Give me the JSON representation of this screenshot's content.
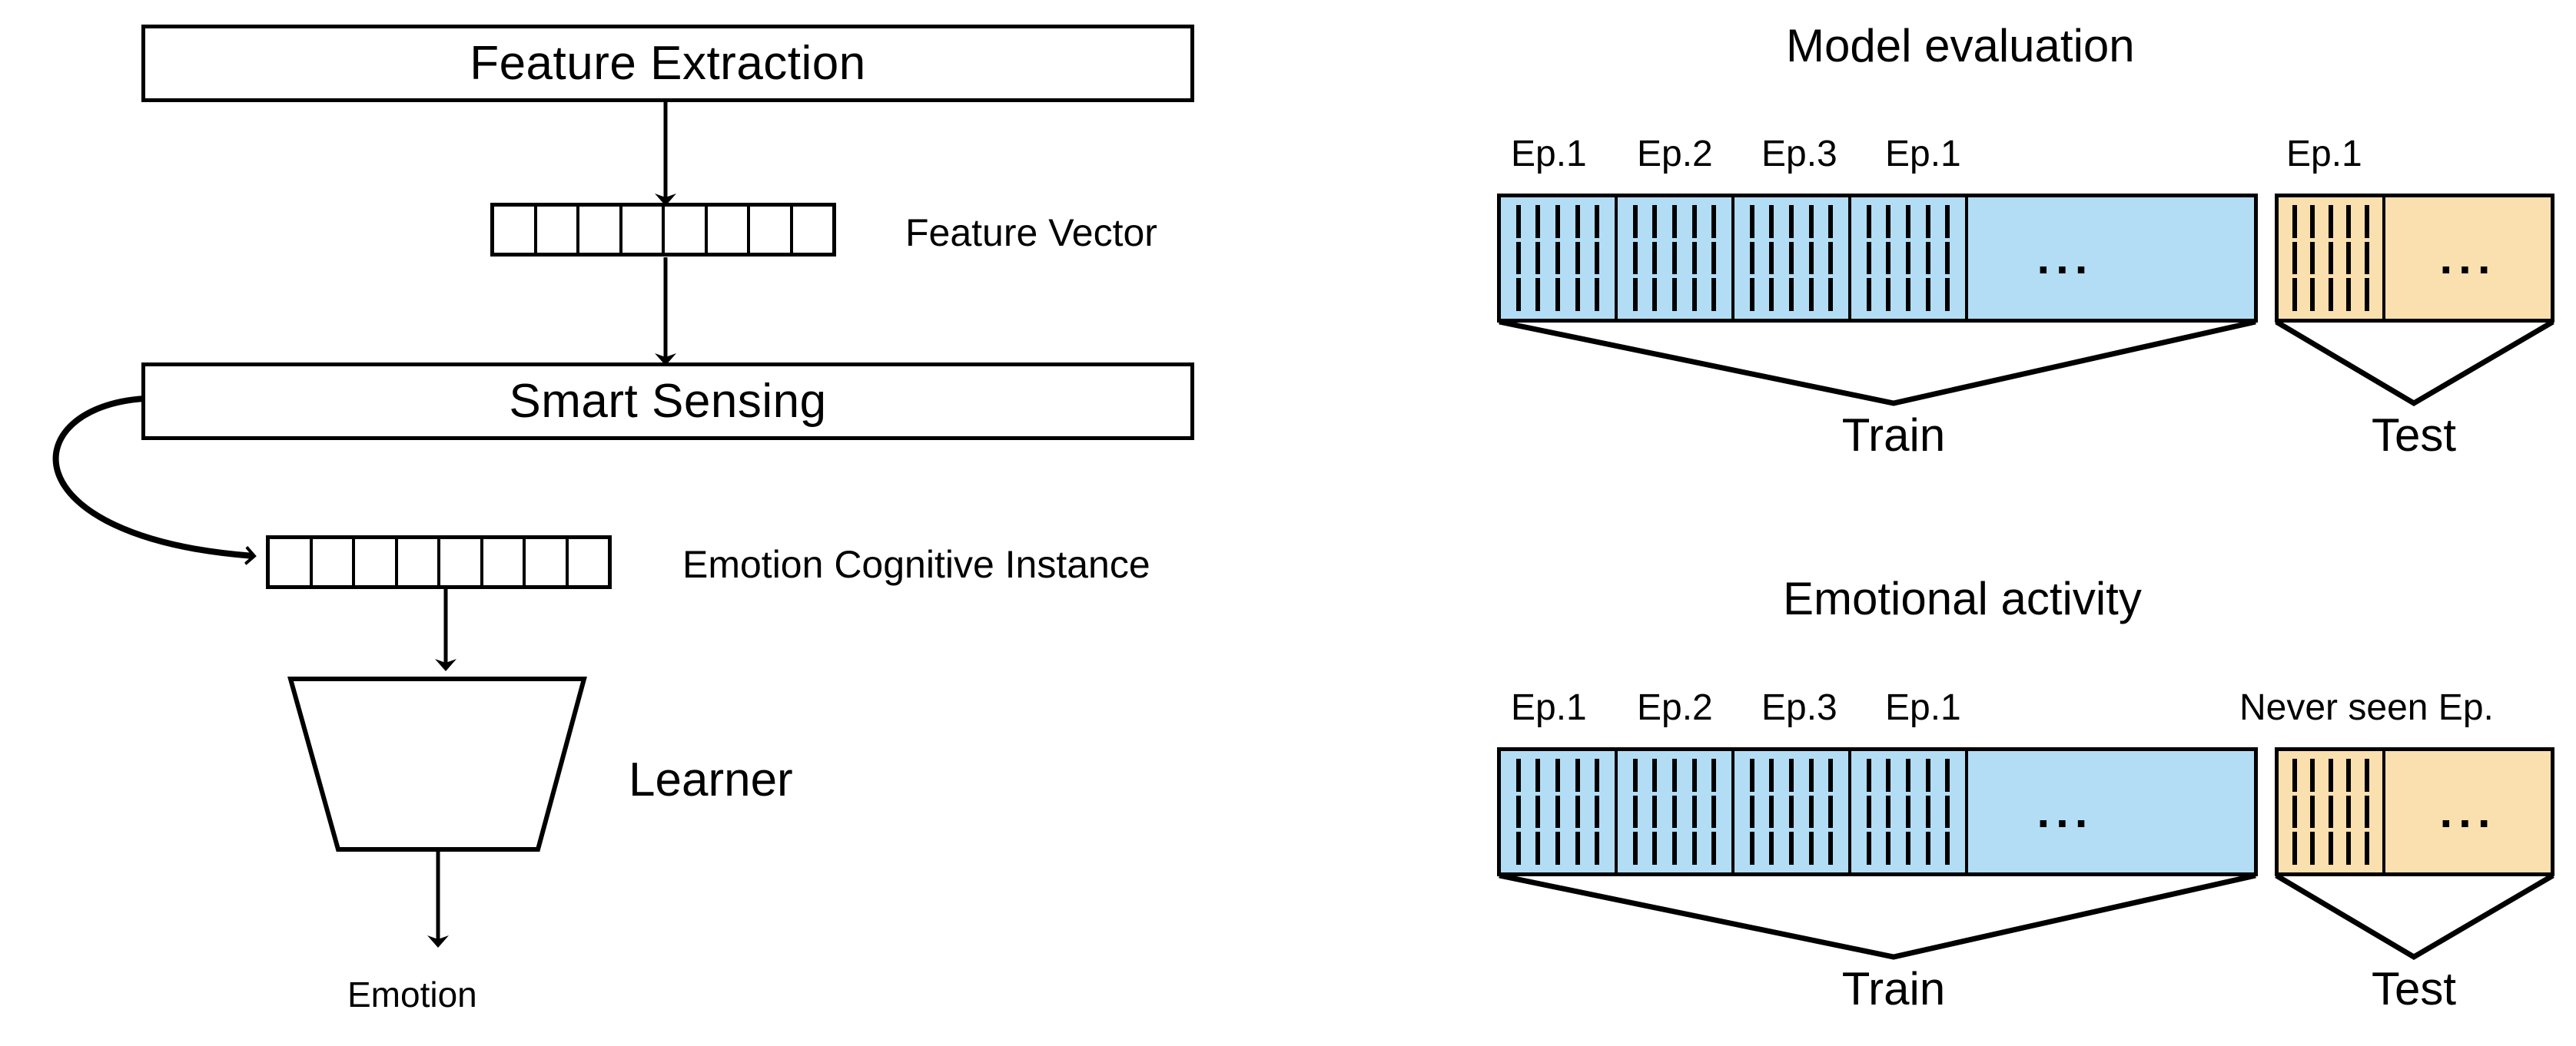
{
  "figure": {
    "left_pipeline": {
      "feature_extraction": {
        "label": "Feature Extraction"
      },
      "feature_vector": {
        "label": "Feature Vector",
        "cells": 8
      },
      "smart_sensing": {
        "label": "Smart Sensing"
      },
      "emotion_cognitive_instance": {
        "label": "Emotion Cognitive Instance",
        "cells": 8
      },
      "learner": {
        "label": "Learner"
      },
      "emotion": {
        "label": "Emotion"
      }
    },
    "right_panels": [
      {
        "title": "Model evaluation",
        "train": {
          "episode_labels": [
            "Ep.1",
            "Ep.2",
            "Ep.3",
            "Ep.1"
          ],
          "segments": 4,
          "tick_rows": 3,
          "ticks_per_row": 5,
          "ellipsis": "...",
          "brace_label": "Train",
          "color": "#b2ddf5"
        },
        "test": {
          "episode_labels": [
            "Ep.1"
          ],
          "segments": 1,
          "tick_rows": 3,
          "ticks_per_row": 5,
          "ellipsis": "...",
          "brace_label": "Test",
          "color": "#fadfaf"
        }
      },
      {
        "title": "Emotional activity",
        "train": {
          "episode_labels": [
            "Ep.1",
            "Ep.2",
            "Ep.3",
            "Ep.1"
          ],
          "segments": 4,
          "tick_rows": 3,
          "ticks_per_row": 5,
          "ellipsis": "...",
          "brace_label": "Train",
          "color": "#b2ddf5"
        },
        "test": {
          "episode_labels": [
            "Never seen Ep."
          ],
          "segments": 1,
          "tick_rows": 3,
          "ticks_per_row": 5,
          "ellipsis": "...",
          "brace_label": "Test",
          "color": "#fadfaf"
        }
      }
    ],
    "colors": {
      "stroke": "#000000",
      "background": "#ffffff",
      "train_fill": "#b2ddf5",
      "test_fill": "#fadfaf"
    }
  }
}
